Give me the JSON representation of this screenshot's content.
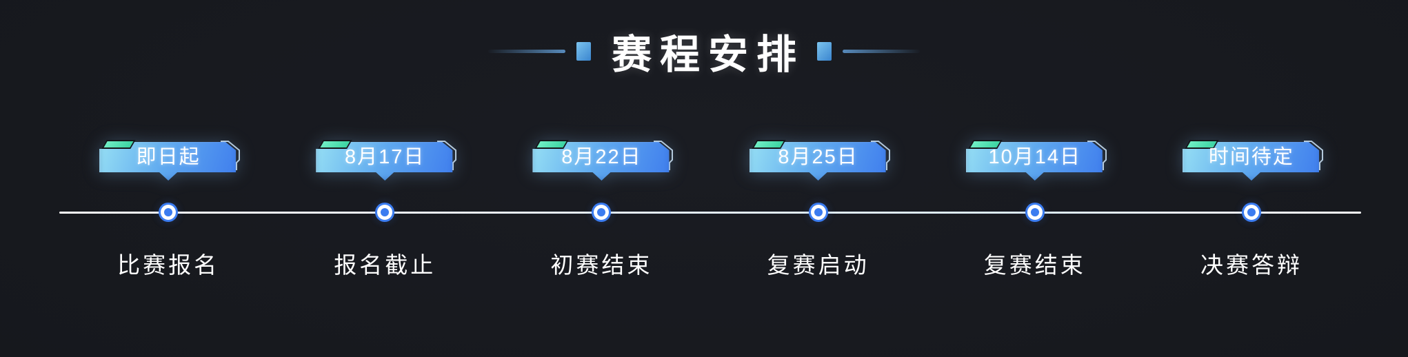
{
  "header": {
    "title": "赛程安排",
    "decor": {
      "square_color": "#4f9ad2",
      "line_color": "#5e9ed6"
    }
  },
  "timeline": {
    "line_color": "#eef5fd",
    "dot_color": "#3b7cf0",
    "badge_style": {
      "gradient_start": "#97e0f4",
      "gradient_end": "#3f7ded",
      "tab_gradient_start": "#72efc6",
      "tab_gradient_end": "#3ad2a0",
      "text_color": "#ffffff"
    },
    "items": [
      {
        "date": "即日起",
        "label": "比赛报名"
      },
      {
        "date": "8月17日",
        "label": "报名截止"
      },
      {
        "date": "8月22日",
        "label": "初赛结束"
      },
      {
        "date": "8月25日",
        "label": "复赛启动"
      },
      {
        "date": "10月14日",
        "label": "复赛结束"
      },
      {
        "date": "时间待定",
        "label": "决赛答辩"
      }
    ]
  }
}
